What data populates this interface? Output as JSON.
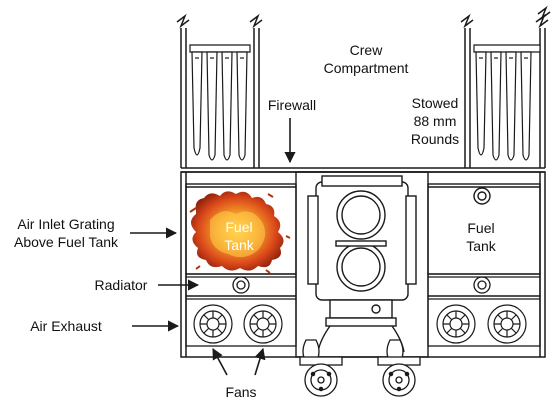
{
  "labels": {
    "crew_line1": "Crew",
    "crew_line2": "Compartment",
    "firewall": "Firewall",
    "stowed_line1": "Stowed",
    "stowed_line2": "88 mm",
    "stowed_line3": "Rounds",
    "air_inlet_line1": "Air Inlet Grating",
    "air_inlet_line2": "Above Fuel Tank",
    "radiator": "Radiator",
    "air_exhaust": "Air Exhaust",
    "fans": "Fans",
    "fuel_tank_left_line1": "Fuel",
    "fuel_tank_left_line2": "Tank",
    "fuel_tank_right_line1": "Fuel",
    "fuel_tank_right_line2": "Tank"
  },
  "colors": {
    "line": "#1a1a1a",
    "fire_core": "#f7b733",
    "fire_mid": "#e8631a",
    "fire_dark": "#8a1d0a"
  },
  "icons": {
    "fire": "fire-icon",
    "fan": "fan-icon",
    "radiator": "radiator-icon",
    "arrow": "arrow-icon"
  }
}
